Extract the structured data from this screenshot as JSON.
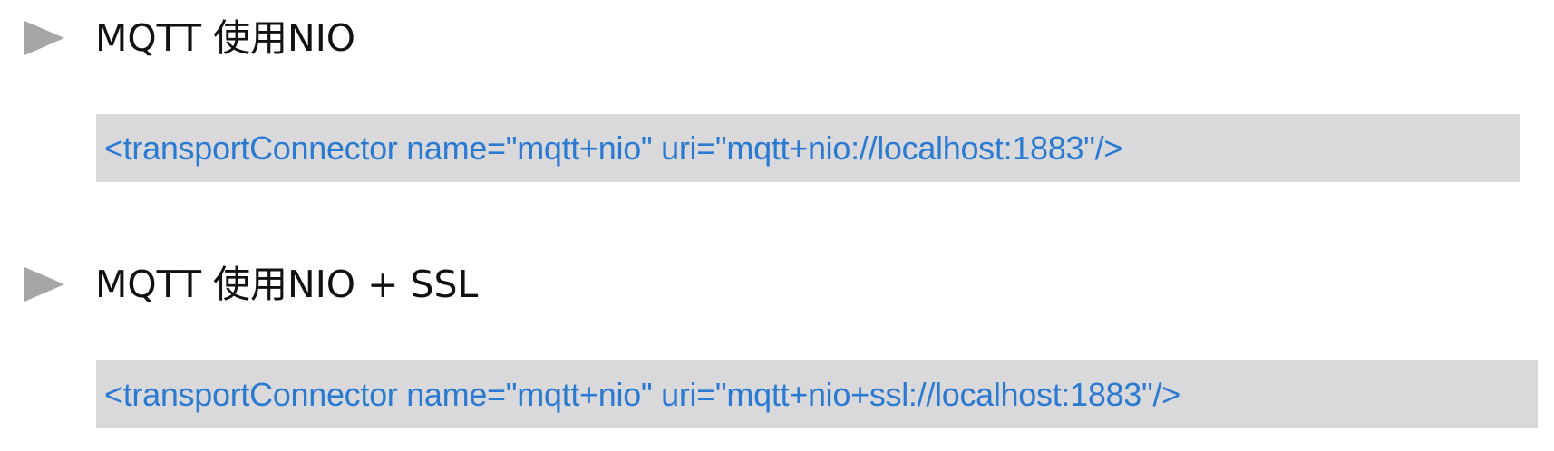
{
  "sections": [
    {
      "heading": "MQTT 使用NIO",
      "code": "<transportConnector name=\"mqtt+nio\" uri=\"mqtt+nio://localhost:1883\"/>"
    },
    {
      "heading": "MQTT 使用NIO + SSL",
      "code": "<transportConnector name=\"mqtt+nio\" uri=\"mqtt+nio+ssl://localhost:1883\"/>"
    }
  ],
  "colors": {
    "bullet": "#a6a6a6",
    "heading_text": "#111111",
    "code_background": "#d9d9dc",
    "code_text": "#2a7ad1"
  },
  "icons": {
    "bullet": "triangle-bullet-icon"
  }
}
